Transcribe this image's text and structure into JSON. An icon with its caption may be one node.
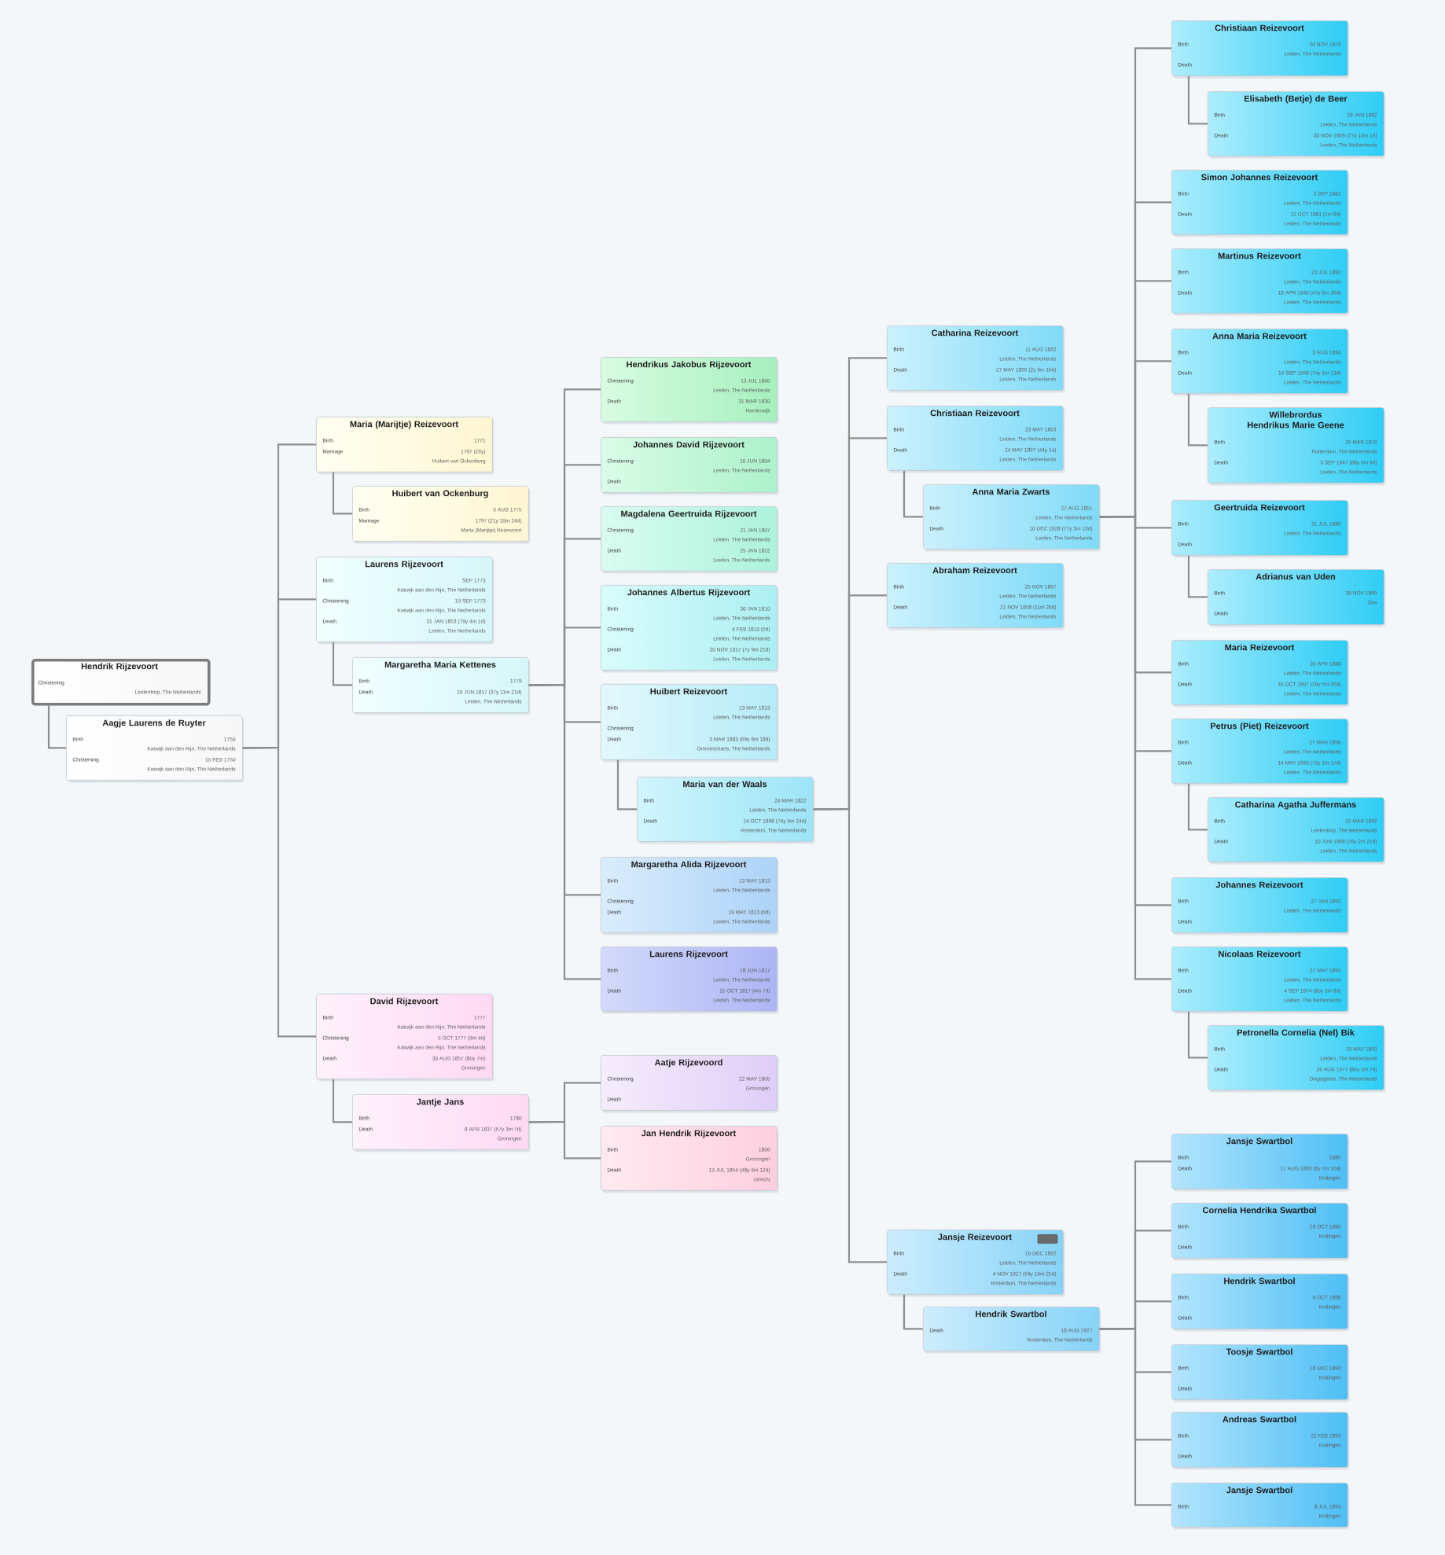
{
  "diagram": {
    "nodes": [
      {
        "text": [
          "Hendrik Rijzevoort",
          "Christening",
          "Leiderdorp, The Netherlands"
        ]
      },
      {
        "text": [
          "Aagje Laurens de Ruyter",
          "Birth",
          "1750",
          "Katwijk aan den Rijn, The Netherlands",
          "Christening",
          "15 FEB 1750",
          "Katwijk aan den Rijn, The Netherlands"
        ]
      },
      {
        "text": [
          "Maria (Marijtje) Reizevoort",
          "Birth",
          "1771",
          "Marriage",
          "1797 (26y)",
          "Huibert van Ockenburg"
        ]
      },
      {
        "text": [
          "Huibert van Ockenburg",
          "Birth",
          "6 AUG 1775",
          "Marriage",
          "1797 (21y 10m 24d)",
          "Maria (Marijtje) Reizevoort"
        ]
      },
      {
        "text": [
          "Laurens Rijzevoort",
          "Birth",
          "SEP 1773",
          "Katwijk aan den Rijn, The Netherlands",
          "Christening",
          "19 SEP 1773",
          "Katwijk aan den Rijn, The Netherlands",
          "Death",
          "31 JAN 1853 (79y 4m 1d)",
          "Leiden, The Netherlands"
        ]
      },
      {
        "text": [
          "Margaretha Maria Kettenes",
          "Birth",
          "1779",
          "Death",
          "20 JUN 1817 (37y 11m 21d)",
          "Leiden, The Netherlands"
        ]
      },
      {
        "text": [
          "David Rijzevoort",
          "Birth",
          "1777",
          "Katwijk aan den Rijn, The Netherlands",
          "Christening",
          "5 OCT 1777 (9m 4d)",
          "Katwijk aan den Rijn, The Netherlands",
          "Death",
          "30 AUG 1857 (80y 7m)",
          "Groningen"
        ]
      },
      {
        "text": [
          "Jantje Jans",
          "Birth",
          "1780",
          "Death",
          "8 APR 1837 (57y 3m 7d)",
          "Groningen"
        ]
      },
      {
        "text": [
          "Hendrikus Jakobus Rijzevoort",
          "Christening",
          "13 JUL 1800",
          "Leiden, The Netherlands",
          "Death",
          "31 MAR 1830",
          "Harderwijk"
        ]
      },
      {
        "text": [
          "Johannes David Rijzevoort",
          "Christening",
          "10 JUN 1804",
          "Leiden, The Netherlands",
          "Death"
        ]
      },
      {
        "text": [
          "Magdalena Geertruida Rijzevoort",
          "Christening",
          "21 JAN 1807",
          "Leiden, The Netherlands",
          "Death",
          "25 JAN 1822",
          "Leiden, The Netherlands"
        ]
      },
      {
        "text": [
          "Johannes Albertus Rijzevoort",
          "Birth",
          "30 JAN 1810",
          "Leiden, The Netherlands",
          "Christening",
          "4 FEB 1810 (5d)",
          "Leiden, The Netherlands",
          "Death",
          "20 NOV 1817 (7y 9m 21d)",
          "Leiden, The Netherlands"
        ]
      },
      {
        "text": [
          "Huibert Reizevoort",
          "Birth",
          "13 MAY 1813",
          "Leiden, The Netherlands",
          "Christening",
          "Death",
          "3 MAR 1883 (69y 9m 18d)",
          "Ommeschans, The Netherlands"
        ]
      },
      {
        "text": [
          "Maria van der Waals",
          "Birth",
          "20 MAR 1822",
          "Leiden, The Netherlands",
          "Death",
          "14 OCT 1898 (76y 6m 24d)",
          "Rotterdam, The Netherlands"
        ]
      },
      {
        "text": [
          "Margaretha Alida Rijzevoort",
          "Birth",
          "13 MAY 1813",
          "Leiden, The Netherlands",
          "Christening",
          "Death",
          "19 MAY 1813 (6d)",
          "Leiden, The Netherlands"
        ]
      },
      {
        "text": [
          "Laurens Rijzevoort",
          "Birth",
          "18 JUN 1817",
          "Leiden, The Netherlands",
          "Death",
          "25 OCT 1817 (4m 7d)",
          "Leiden, The Netherlands"
        ]
      },
      {
        "text": [
          "Aatje Rijzevoord",
          "Christening",
          "22 MAY 1805",
          "Groningen",
          "Death"
        ]
      },
      {
        "text": [
          "Jan Hendrik Rijzevoort",
          "Birth",
          "1806",
          "Groningen",
          "Death",
          "13 JUL 1854 (48y 6m 12d)",
          "Utrecht"
        ]
      },
      {
        "text": [
          "Catharina Reizevoort",
          "Birth",
          "11 AUG 1852",
          "Leiden, The Netherlands",
          "Death",
          "27 MAY 1855 (2y 9m 16d)",
          "Leiden, The Netherlands"
        ]
      },
      {
        "text": [
          "Christiaan Reizevoort",
          "Birth",
          "23 MAY 1853",
          "Leiden, The Netherlands",
          "Death",
          "24 MAY 1897 (44y 1d)",
          "Leiden, The Netherlands"
        ]
      },
      {
        "text": [
          "Anna Maria Zwarts",
          "Birth",
          "27 AUG 1851",
          "Leiden, The Netherlands",
          "Death",
          "10 DEC 1928 (77y 3m 13d)",
          "Leiden, The Netherlands"
        ]
      },
      {
        "text": [
          "Abraham Reizevoort",
          "Birth",
          "25 NOV 1857",
          "Leiden, The Netherlands",
          "Death",
          "21 NOV 1858 (11m 26d)",
          "Leiden, The Netherlands"
        ]
      },
      {
        "text": [
          "Jansje Reizevoort",
          "Birth",
          "10 DEC 1862",
          "Leiden, The Netherlands",
          "Death",
          "4 NOV 1927 (64y 10m 25d)",
          "Rotterdam, The Netherlands"
        ]
      },
      {
        "text": [
          "Hendrik Swartbol",
          "Death",
          "18 AUG 1927",
          "Rotterdam, The Netherlands"
        ]
      },
      {
        "text": [
          "Christiaan Reizevoort",
          "Birth",
          "20 NOV 1879",
          "Leiden, The Netherlands",
          "Death"
        ]
      },
      {
        "text": [
          "Elisabeth (Betje) de Beer",
          "Birth",
          "29 JAN 1882",
          "Leiden, The Netherlands",
          "Death",
          "30 NOV 1959 (77y 10m 1d)",
          "Leiden, The Netherlands"
        ]
      },
      {
        "text": [
          "Simon Johannes Reizevoort",
          "Birth",
          "3 SEP 1881",
          "Leiden, The Netherlands",
          "Death",
          "11 OCT 1881 (1m 8d)",
          "Leiden, The Netherlands"
        ]
      },
      {
        "text": [
          "Martinus Reizevoort",
          "Birth",
          "23 JUL 1882",
          "Leiden, The Netherlands",
          "Death",
          "18 APR 1930 (47y 8m 26d)",
          "Leiden, The Netherlands"
        ]
      },
      {
        "text": [
          "Anna Maria Reizevoort",
          "Birth",
          "3 AUG 1884",
          "Leiden, The Netherlands",
          "Death",
          "16 SEP 1958 (74y 1m 13d)",
          "Leiden, The Netherlands"
        ]
      },
      {
        "text": [
          "Willebrordus Hendrikus Marie Geene",
          "Birth",
          "25 MAR 1879",
          "Rotterdam, The Netherlands",
          "Death",
          "3 SEP 1947 (68y 5m 9d)",
          "Leiden, The Netherlands"
        ]
      },
      {
        "text": [
          "Geertruida Reizevoort",
          "Birth",
          "31 JUL 1886",
          "Leiden, The Netherlands",
          "Death"
        ]
      },
      {
        "text": [
          "Adrianus van Uden",
          "Birth",
          "30 NOV 1869",
          "Oss",
          "Death"
        ]
      },
      {
        "text": [
          "Maria Reizevoort",
          "Birth",
          "20 APR 1888",
          "Leiden, The Netherlands",
          "Death",
          "16 OCT 1907 (19y 5m 26d)",
          "Leiden, The Netherlands"
        ]
      },
      {
        "text": [
          "Petrus (Piet) Reizevoort",
          "Birth",
          "27 MAR 1890",
          "Leiden, The Netherlands",
          "Death",
          "14 MAY 1960 (70y 1m 17d)",
          "Leiden, The Netherlands"
        ]
      },
      {
        "text": [
          "Catharina Agatha Juffermans",
          "Birth",
          "20 MAR 1892",
          "Leiderdorp, The Netherlands",
          "Death",
          "10 JUN 1968 (76y 2m 21d)",
          "Leiden, The Netherlands"
        ]
      },
      {
        "text": [
          "Johannes Reizevoort",
          "Birth",
          "27 JAN 1892",
          "Leiden, The Netherlands",
          "Death"
        ]
      },
      {
        "text": [
          "Nicolaas Reizevoort",
          "Birth",
          "27 MAY 1894",
          "Leiden, The Netherlands",
          "Death",
          "4 SEP 1974 (80y 3m 8d)",
          "Leiden, The Netherlands"
        ]
      },
      {
        "text": [
          "Petronella Cornelia (Nel) Bik",
          "Birth",
          "19 MAY 1893",
          "Leiden, The Netherlands",
          "Death",
          "26 AUG 1977 (84y 3m 7d)",
          "Oegstgeest, The Netherlands"
        ]
      },
      {
        "text": [
          "Jansje Swartbol",
          "Birth",
          "1885",
          "Death",
          "17 AUG 1893 (8y 7m 16d)",
          "Kralingen"
        ]
      },
      {
        "text": [
          "Cornelia Hendrika Swartbol",
          "Birth",
          "28 OCT 1886",
          "Kralingen",
          "Death"
        ]
      },
      {
        "text": [
          "Hendrik Swartbol",
          "Birth",
          "6 OCT 1888",
          "Kralingen",
          "Death"
        ]
      },
      {
        "text": [
          "Toosje Swartbol",
          "Birth",
          "18 DEC 1890",
          "Kralingen",
          "Death"
        ]
      },
      {
        "text": [
          "Andreas Swartbol",
          "Birth",
          "22 FEB 1893",
          "Kralingen",
          "Death"
        ]
      },
      {
        "text": [
          "Jansje Swartbol",
          "Birth",
          "8 JUL 1894",
          "Kralingen"
        ]
      }
    ],
    "edges": [
      {
        "from": 0,
        "to": 1,
        "arrow": "none"
      },
      {
        "from": 1,
        "to": 2,
        "arrow": "none"
      },
      {
        "from": 1,
        "to": 4,
        "arrow": "none"
      },
      {
        "from": 1,
        "to": 6,
        "arrow": "none"
      },
      {
        "from": 2,
        "to": 3,
        "arrow": "none"
      },
      {
        "from": 4,
        "to": 5,
        "arrow": "none"
      },
      {
        "from": 6,
        "to": 7,
        "arrow": "none"
      },
      {
        "from": 5,
        "to": 8,
        "arrow": "none"
      },
      {
        "from": 5,
        "to": 9,
        "arrow": "none"
      },
      {
        "from": 5,
        "to": 10,
        "arrow": "none"
      },
      {
        "from": 5,
        "to": 11,
        "arrow": "none"
      },
      {
        "from": 5,
        "to": 12,
        "arrow": "none"
      },
      {
        "from": 5,
        "to": 14,
        "arrow": "none"
      },
      {
        "from": 5,
        "to": 15,
        "arrow": "none"
      },
      {
        "from": 12,
        "to": 13,
        "arrow": "none"
      },
      {
        "from": 7,
        "to": 16,
        "arrow": "none"
      },
      {
        "from": 7,
        "to": 17,
        "arrow": "none"
      },
      {
        "from": 13,
        "to": 18,
        "arrow": "none"
      },
      {
        "from": 13,
        "to": 19,
        "arrow": "none"
      },
      {
        "from": 13,
        "to": 21,
        "arrow": "none"
      },
      {
        "from": 13,
        "to": 22,
        "arrow": "none"
      },
      {
        "from": 19,
        "to": 20,
        "arrow": "none"
      },
      {
        "from": 22,
        "to": 23,
        "arrow": "none"
      },
      {
        "from": 20,
        "to": 24,
        "arrow": "none"
      },
      {
        "from": 20,
        "to": 26,
        "arrow": "none"
      },
      {
        "from": 20,
        "to": 27,
        "arrow": "none"
      },
      {
        "from": 20,
        "to": 28,
        "arrow": "none"
      },
      {
        "from": 20,
        "to": 30,
        "arrow": "none"
      },
      {
        "from": 20,
        "to": 32,
        "arrow": "none"
      },
      {
        "from": 20,
        "to": 33,
        "arrow": "none"
      },
      {
        "from": 20,
        "to": 35,
        "arrow": "none"
      },
      {
        "from": 20,
        "to": 36,
        "arrow": "none"
      },
      {
        "from": 24,
        "to": 25,
        "arrow": "none"
      },
      {
        "from": 28,
        "to": 29,
        "arrow": "none"
      },
      {
        "from": 30,
        "to": 31,
        "arrow": "none"
      },
      {
        "from": 33,
        "to": 34,
        "arrow": "none"
      },
      {
        "from": 36,
        "to": 37,
        "arrow": "none"
      },
      {
        "from": 23,
        "to": 38,
        "arrow": "none"
      },
      {
        "from": 23,
        "to": 39,
        "arrow": "none"
      },
      {
        "from": 23,
        "to": 40,
        "arrow": "none"
      },
      {
        "from": 23,
        "to": 41,
        "arrow": "none"
      },
      {
        "from": 23,
        "to": 42,
        "arrow": "none"
      },
      {
        "from": 23,
        "to": 43,
        "arrow": "none"
      }
    ]
  }
}
